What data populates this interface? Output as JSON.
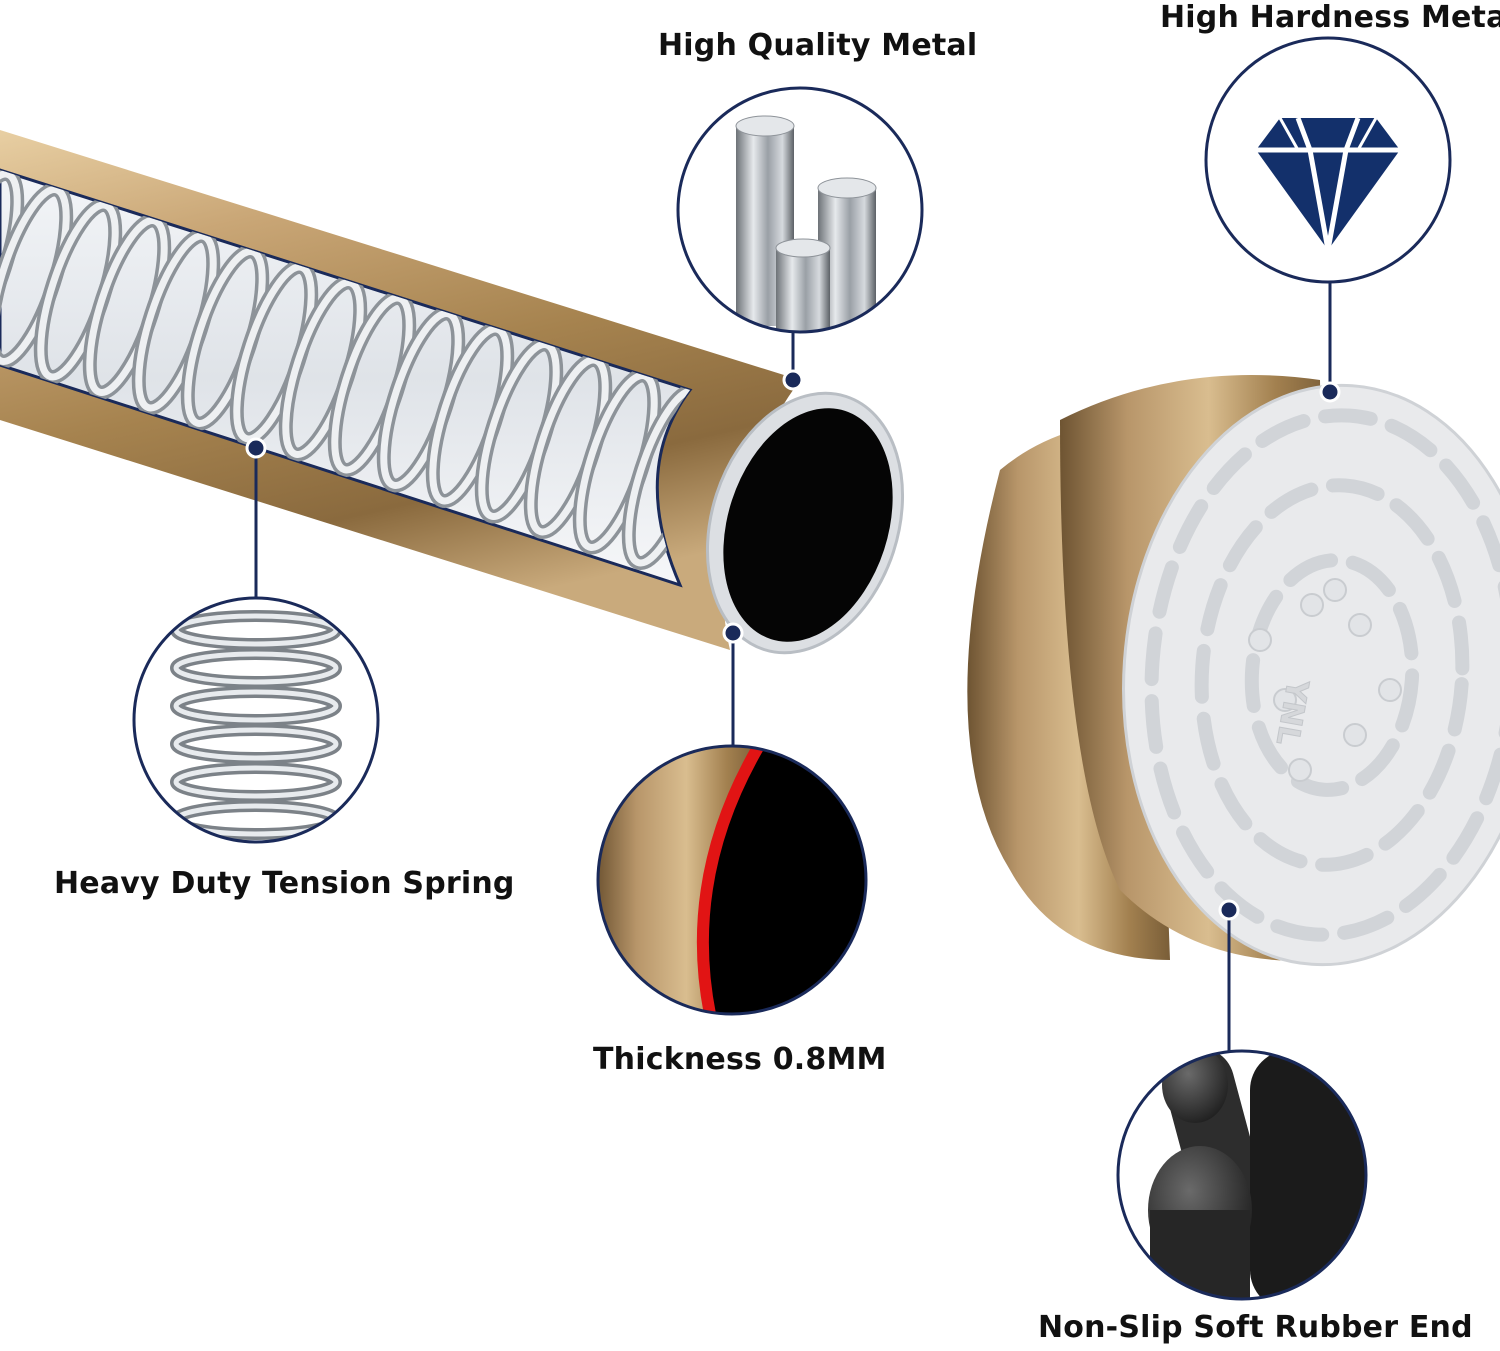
{
  "labels": {
    "high_quality_metal": "High Quality Metal",
    "high_hardness_metal": "High Hardness Metal",
    "tension_spring": "Heavy Duty Tension Spring",
    "thickness": "Thickness 0.8MM",
    "rubber_end": "Non-Slip Soft Rubber End"
  },
  "end_cap_text": "YNL",
  "colors": {
    "brass": "#a8875a",
    "callout_ring": "#1a2a5a",
    "diamond": "#13306b",
    "thickness_highlight": "#e11414",
    "rubber": "#3a3a3a",
    "cap_face": "#e9eaec"
  },
  "icons": {
    "metal_callout": "metal-rods-icon",
    "hardness_callout": "diamond-icon",
    "spring_callout": "spring-icon",
    "thickness_callout": "tube-wall-section-icon",
    "rubber_callout": "rubber-material-icon"
  }
}
